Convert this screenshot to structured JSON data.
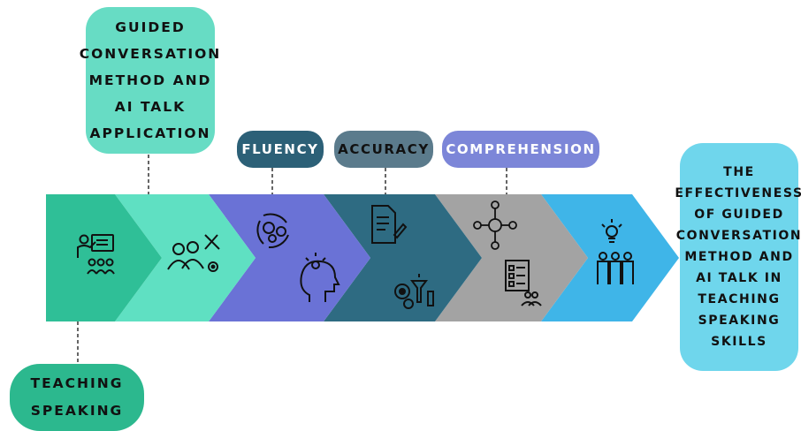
{
  "steps": {
    "guided": "GUIDED\nCONVERSATION\nMETHOD AND\nAI TALK\nAPPLICATION",
    "teaching": "TEACHING\nSPEAKING",
    "fluency": "FLUENCY",
    "accuracy": "ACCURACY",
    "comprehension": "COMPREHENSION",
    "result": "THE\nEFFECTIVENESS\nOF GUIDED\nCONVERSATION\nMETHOD AND\nAI TALK IN\nTEACHING\nSPEAKING\nSKILLS"
  },
  "colors": {
    "teal_dark": "#2fbf97",
    "teal_light": "#5fe0c2",
    "indigo": "#6a72d6",
    "slate": "#2e6b82",
    "gray": "#a3a3a3",
    "sky": "#3fb5e8",
    "guided_box": "#67dcc4",
    "teaching_box": "#2cb88e",
    "fluency_label": "#2c6077",
    "accuracy_label": "#5b7b8c",
    "comprehension_label": "#7c86d8",
    "result_box": "#6fd6ec"
  },
  "icons": [
    "teacher-board-icon",
    "team-tools-icon",
    "gears-cycle-icon",
    "head-lightbulb-icon",
    "document-pen-icon",
    "gears-funnel-icon",
    "network-person-icon",
    "checklist-team-icon",
    "team-idea-icon"
  ]
}
